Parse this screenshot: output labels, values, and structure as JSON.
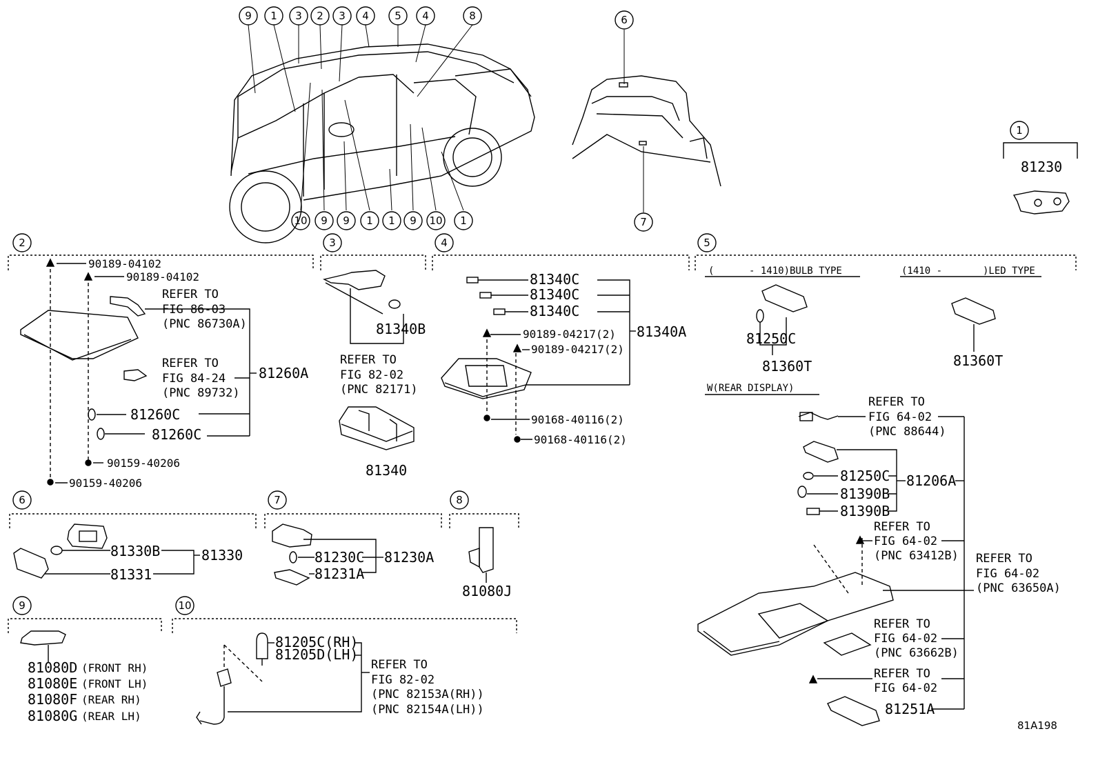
{
  "diagram_code": "81A198",
  "callouts": {
    "c1": "1",
    "c2": "2",
    "c3": "3",
    "c4": "4",
    "c5": "5",
    "c6": "6",
    "c7": "7",
    "c8": "8",
    "c9": "9",
    "c10": "10"
  },
  "sec1": {
    "part": "81230"
  },
  "sec2": {
    "clip1": "90189-04102",
    "clip2": "90189-04102",
    "refer1_a": "REFER TO",
    "refer1_b": "FIG 86-03",
    "refer1_c": "(PNC 86730A)",
    "refer2_a": "REFER TO",
    "refer2_b": "FIG 84-24",
    "refer2_c": "(PNC 89732)",
    "bulb1": "81260C",
    "bulb2": "81260C",
    "assy": "81260A",
    "screw1": "90159-40206",
    "screw2": "90159-40206"
  },
  "sec3": {
    "bulb": "81340B",
    "refer_a": "REFER TO",
    "refer_b": "FIG 82-02",
    "refer_c": "(PNC 82171)",
    "part": "81340"
  },
  "sec4": {
    "b1": "81340C",
    "b2": "81340C",
    "b3": "81340C",
    "clip1": "90189-04217(2)",
    "clip2": "90189-04217(2)",
    "assy": "81340A",
    "screw1": "90168-40116(2)",
    "screw2": "90168-40116(2)"
  },
  "sec5": {
    "bulb_type": "(      - 1410)BULB TYPE",
    "led_type": "(1410 -       )LED TYPE",
    "bulb": "81250C",
    "lamp1": "81360T",
    "lamp2": "81360T",
    "rear_display": "W(REAR DISPLAY)",
    "r1_a": "REFER TO",
    "r1_b": "FIG 64-02",
    "r1_c": "(PNC 88644)",
    "b_a": "81250C",
    "b_b": "81390B",
    "b_c": "81390B",
    "assy": "81206A",
    "r2_a": "REFER TO",
    "r2_b": "FIG 64-02",
    "r2_c": "(PNC 63412B)",
    "r3_a": "REFER TO",
    "r3_b": "FIG 64-02",
    "r3_c": "(PNC 63650A)",
    "r4_a": "REFER TO",
    "r4_b": "FIG 64-02",
    "r4_c": "(PNC 63662B)",
    "r5_a": "REFER TO",
    "r5_b": "FIG 64-02",
    "cover": "81251A"
  },
  "sec6": {
    "bulb": "81330B",
    "lens": "81331",
    "assy": "81330"
  },
  "sec7": {
    "bulb": "81230C",
    "lens": "81231A",
    "assy": "81230A"
  },
  "sec8": {
    "part": "81080J"
  },
  "sec9": {
    "p1": "81080D",
    "n1": "(FRONT RH)",
    "p2": "81080E",
    "n2": "(FRONT LH)",
    "p3": "81080F",
    "n3": "(REAR RH)",
    "p4": "81080G",
    "n4": "(REAR LH)"
  },
  "sec10": {
    "p1": "81205C(RH)",
    "p2": "81205D(LH)",
    "r_a": "REFER TO",
    "r_b": "FIG 82-02",
    "r_c": "(PNC 82153A(RH))",
    "r_d": "(PNC 82154A(LH))"
  }
}
